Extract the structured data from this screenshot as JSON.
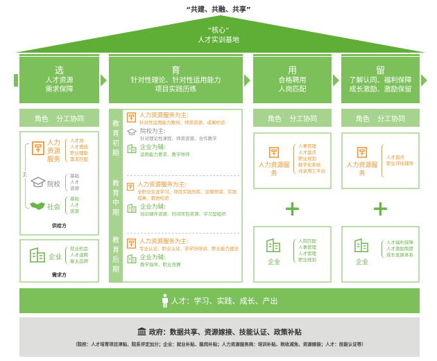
{
  "header": {
    "slogan": "“共建、共融、共享”",
    "roof_line1": "“核心”",
    "roof_line2": "人才实训基地"
  },
  "colors": {
    "green": "#7cc05a",
    "light_green": "#a6d48e",
    "border_green": "#b9dfa6",
    "orange": "#f0962f",
    "gray": "#8c8c8c",
    "gov_bg": "#dededd"
  },
  "stages": [
    {
      "title": "选",
      "lines": [
        "人才资源",
        "需求保障"
      ]
    },
    {
      "title": "育",
      "lines": [
        "针对性理论、针对性运用能力",
        "项目实践历练"
      ]
    },
    {
      "title": "用",
      "lines": [
        "合格聘用",
        "人岗匹配"
      ]
    },
    {
      "title": "留",
      "lines": [
        "了解认同、福利保障",
        "成长激励、激励保留"
      ]
    }
  ],
  "role_header": "角色 分工协同",
  "select": {
    "main_label": "主",
    "supply": [
      {
        "name": "人力资源服务",
        "icon": "hr-service-icon",
        "items": [
          "人才池",
          "人才遴选",
          "职业辅助",
          "需求匹配"
        ]
      },
      {
        "name": "院校",
        "icon": "graduation-cap-icon",
        "items": [
          "基础",
          "人才",
          "资源"
        ]
      },
      {
        "name": "社会",
        "icon": "handshake-icon",
        "items": [
          "基础",
          "人才",
          "资源"
        ]
      }
    ],
    "supply_caption": "供给方",
    "demand": {
      "name": "企业",
      "icon": "building-icon",
      "items": [
        "就业机会",
        "人才选聘",
        "雇主品牌"
      ]
    },
    "demand_caption": "需求方"
  },
  "educate": {
    "phases": [
      {
        "tag": "教育初期",
        "entries": [
          {
            "type": "hr",
            "title": "人力资源服务为主:",
            "desc": "针对性运用能力教培、师资资源、成果检验"
          },
          {
            "type": "school",
            "title": "院校为主:",
            "desc": "针对理论性课程、师资资源、合作教学"
          },
          {
            "type": "enterprise",
            "title": "企业为辅:",
            "desc": "运用能力要求、教学导师"
          }
        ]
      },
      {
        "tag": "教育中期",
        "entries": [
          {
            "type": "hr",
            "title": "人力资源服务为主:",
            "desc": "全职业生涯学习、项目实践历练、运用师资、实践成果、跟进检验"
          },
          {
            "type": "enterprise",
            "title": "企业为辅:",
            "desc": "培训课件资源、时间项目资源、学习型组织"
          }
        ]
      },
      {
        "tag": "教育后期",
        "entries": [
          {
            "type": "hr",
            "title": "人力资源服务为主:",
            "desc": "专业认证、职业认证、非学历培训、职业能力建设"
          },
          {
            "type": "enterprise",
            "title": "企业为辅:",
            "desc": "教学指导、职业竞赛"
          }
        ]
      }
    ]
  },
  "use": {
    "hr": {
      "name": "人力资源服务",
      "items": [
        "人事管理",
        "人才盘点",
        "职业规划",
        "数字化系统",
        "共享用工平台"
      ]
    },
    "plus": "+",
    "enterprise": {
      "name": "企业",
      "items": [
        "人岗匹配",
        "人事管理",
        "人才管理",
        "职业规划"
      ]
    }
  },
  "retain": {
    "hr": {
      "name": "人力资源服务",
      "items": [
        "人才盘点",
        "职业评估辅导"
      ]
    },
    "plus": "+",
    "enterprise": {
      "name": "企业",
      "items": [
        "人才福利保障",
        "人才激励制度",
        "成长发展体系"
      ]
    }
  },
  "talent_bar": {
    "text": "人才：学习、实践、成长、产出"
  },
  "gov_bar": {
    "main": "政府：数据共享、资源嫁接、技能认证、政策补贴",
    "note": "（院校：人才培育项目津贴、院系评定加分；企业：就业补贴、稳岗补贴；人力资源服务商：培训补贴、税收减免、资源嫁接；人才：技能认证等）"
  }
}
